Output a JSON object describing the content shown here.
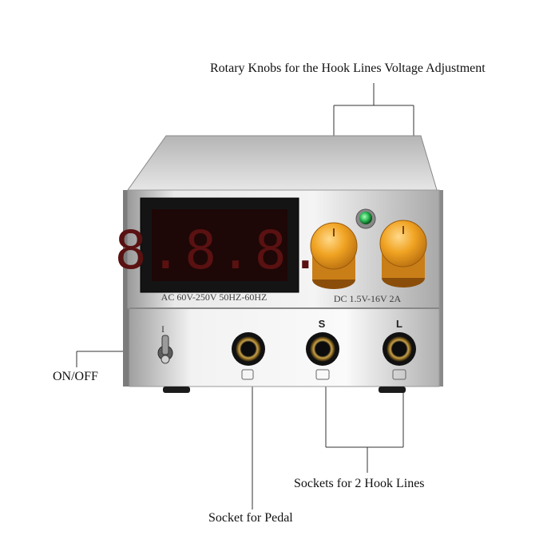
{
  "callouts": {
    "knobs": "Rotary Knobs for the Hook Lines Voltage Adjustment",
    "on_off": "ON/OFF",
    "sockets_hook": "Sockets for 2 Hook Lines",
    "socket_pedal": "Socket for Pedal"
  },
  "device": {
    "display_digits": "8.8.8.",
    "ac_label": "AC 60V-250V 50HZ-60HZ",
    "dc_label": "DC 1.5V-16V 2A",
    "switch_label": "I",
    "jack_labels": [
      "S",
      "L"
    ]
  },
  "colors": {
    "knob": "#f0a322",
    "knob_dark": "#b86e10",
    "led": "#22b14c",
    "display_digit": "#5a1111",
    "chrome": "#d8d8d8"
  }
}
